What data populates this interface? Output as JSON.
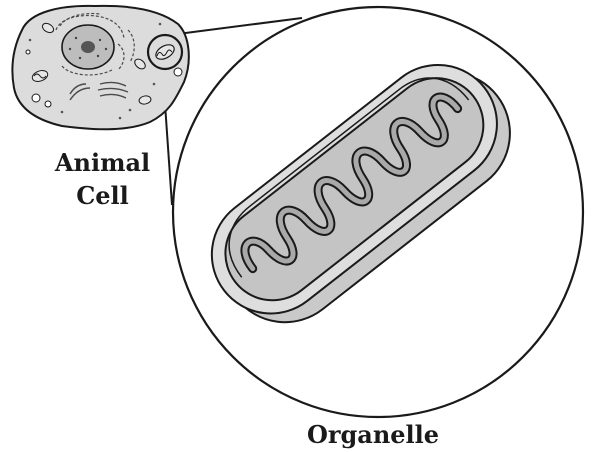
{
  "labels": {
    "animal_cell_line1": "Animal",
    "animal_cell_line2": "Cell",
    "organelle": "Organelle"
  },
  "colors": {
    "cell_fill": "#dcdcdc",
    "outline": "#1a1a1a",
    "nucleus_fill": "#bdbdbd",
    "nucleolus_fill": "#555555",
    "mito_outer_fill": "#dedede",
    "mito_inner_fill": "#c4c4c4",
    "cristae_fill": "#a9a9a9",
    "background": "#ffffff"
  }
}
